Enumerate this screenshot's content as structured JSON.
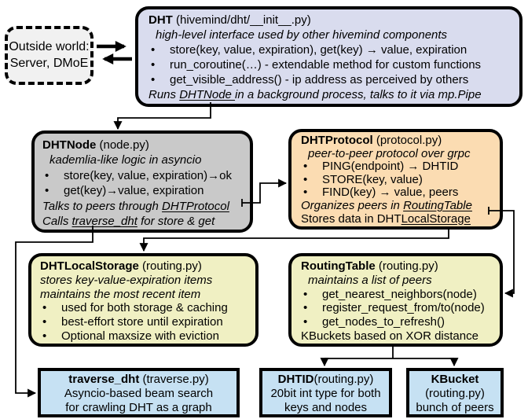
{
  "outside_world": {
    "line1": "Outside world:",
    "line2": "Server, DMoE"
  },
  "dht": {
    "name": "DHT",
    "file": " (hivemind/dht/__init__.py)",
    "subtitle": "high-level interface used by other hivemind components",
    "bullets": [
      "store(key, value, expiration), get(key) →  value, expiration",
      "run_coroutine(…) - extendable method for custom functions",
      "get_visible_address() - ip address as perceived by others"
    ],
    "footer": {
      "prefix": "Runs ",
      "link": "DHTNode ",
      "suffix": "in a background process, talks to it via mp.Pipe"
    }
  },
  "dht_node": {
    "name": "DHTNode",
    "file": " (node.py)",
    "subtitle": "kademlia-like logic in asyncio",
    "bullets": [
      "store(key, value, expiration)→ok",
      "get(key)→value, expiration"
    ],
    "footer1": {
      "prefix": "Talks to peers through ",
      "link": "DHTProtocol"
    },
    "footer2": {
      "prefix": "Calls ",
      "link": "traverse_dht",
      "suffix": " for store & get"
    }
  },
  "dht_protocol": {
    "name": "DHTProtocol",
    "file": " (protocol.py)",
    "subtitle": "peer-to-peer protocol over grpc",
    "bullets": [
      "PING(endpoint) → DHTID",
      "STORE(key, value)",
      "FIND(key) →  value, peers"
    ],
    "footer1": {
      "prefix": "Organizes peers in ",
      "link": "RoutingTable"
    },
    "footer2": {
      "prefix": "Stores data in DHT",
      "link": "LocalStorage"
    }
  },
  "dht_local_storage": {
    "name": "DHTLocalStorage",
    "file": " (routing.py)",
    "subtitle1": "stores key-value-expiration items",
    "subtitle2": "maintains the most recent item",
    "bullets": [
      "used for both storage & caching",
      "best-effort store until expiration",
      "Optional maxsize with eviction"
    ]
  },
  "routing_table": {
    "name": "RoutingTable",
    "file": " (routing.py)",
    "subtitle": "maintains a list of peers",
    "bullets": [
      "get_nearest_neighbors(node)",
      "register_request_from/to(node)",
      "get_nodes_to_refresh()"
    ],
    "footer": "KBuckets based on XOR distance"
  },
  "traverse_dht": {
    "name": "traverse_dht",
    "file": " (traverse.py)",
    "line2": "Asyncio-based beam search",
    "line3": "for crawling DHT as a graph"
  },
  "dhtid": {
    "name": "DHTID",
    "file": "(routing.py)",
    "line2": "20bit int type for both",
    "line3": "keys and nodes"
  },
  "kbucket": {
    "name": "KBucket",
    "file": "(routing.py)",
    "line3": "bunch of peers"
  },
  "colors": {
    "background": "#ffffff",
    "line": "#000000",
    "outside_box_bg": "#f1f1f1",
    "dht_box_bg": "#d9dcee",
    "dhtnode_box_bg": "#c9c9c9",
    "dhtprotocol_box_bg": "#fbdcb2",
    "storage_box_bg": "#f0f0c3",
    "leaf_box_bg": "#c6e1f3"
  }
}
